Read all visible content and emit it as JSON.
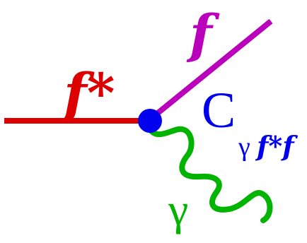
{
  "labels": {
    "fermin_in": "f*",
    "fermion_out": "f",
    "photon": "γ",
    "coupling_main": "C",
    "coupling_sub_gamma": "γ",
    "coupling_sub_ff": "f*f"
  },
  "colors": {
    "fermion_in": "#dd0000",
    "fermion_out": "#bb00bb",
    "photon": "#00b400",
    "vertex": "#0000ee",
    "coupling": "#0000ee"
  }
}
